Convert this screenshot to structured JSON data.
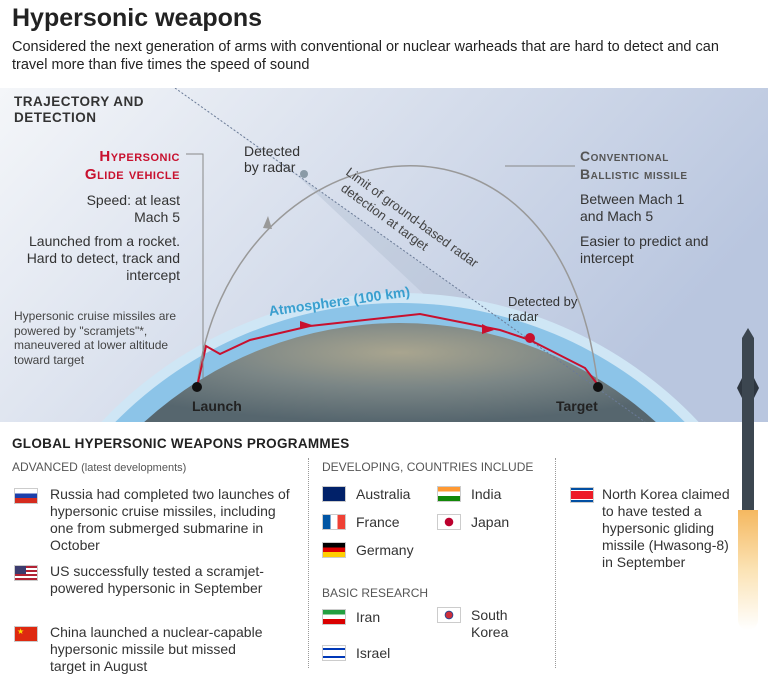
{
  "title": "Hypersonic weapons",
  "subtitle": "Considered the next generation of arms with conventional or nuclear warheads that are hard to detect and can travel more than five times the speed of sound",
  "diagram": {
    "section_title_1": "TRAJECTORY AND",
    "section_title_2": "DETECTION",
    "hgv_title_1": "Hypersonic",
    "hgv_title_2": "Glide vehicle",
    "hgv_speed": "Speed: at least Mach 5",
    "hgv_desc": "Launched from a rocket. Hard to detect, track and intercept",
    "cruise_note": "Hypersonic cruise missiles are powered by \"scramjets\"*, maneuvered at lower altitude toward target",
    "detected_1": "Detected by radar",
    "detected_2": "Detected by radar",
    "radar_limit_1": "Limit of ground-based radar",
    "radar_limit_2": "detection at target",
    "atmosphere": "Atmosphere (100 km)",
    "cbm_title_1": "Conventional",
    "cbm_title_2": "Ballistic missile",
    "cbm_speed": "Between Mach 1 and Mach 5",
    "cbm_desc": "Easier to predict and intercept",
    "launch": "Launch",
    "target": "Target",
    "colors": {
      "red": "#c8102e",
      "gray_path": "#999999",
      "atmosphere": "#8cc4e8",
      "earth": "#7d8a8a"
    }
  },
  "programmes": {
    "title": "GLOBAL HYPERSONIC WEAPONS PROGRAMMES",
    "advanced_label": "ADVANCED",
    "advanced_note": "(latest developments)",
    "advanced": [
      {
        "country": "Russia",
        "flag": "russia-flag",
        "text": "Russia had completed two launches of hypersonic cruise missiles, including one from submerged submarine in October"
      },
      {
        "country": "US",
        "flag": "us-flag",
        "text": "US successfully tested a scramjet-powered hypersonic in September"
      },
      {
        "country": "China",
        "flag": "china-flag",
        "text": "China launched a nuclear-capable hypersonic missile but missed target in August"
      }
    ],
    "developing_label": "DEVELOPING, COUNTRIES INCLUDE",
    "developing": [
      "Australia",
      "India",
      "France",
      "Japan",
      "Germany"
    ],
    "basic_label": "BASIC RESEARCH",
    "basic": [
      "Iran",
      "South Korea",
      "Israel"
    ],
    "north_korea": "North Korea claimed to have tested a hypersonic gliding missile (Hwasong-8) in September"
  }
}
